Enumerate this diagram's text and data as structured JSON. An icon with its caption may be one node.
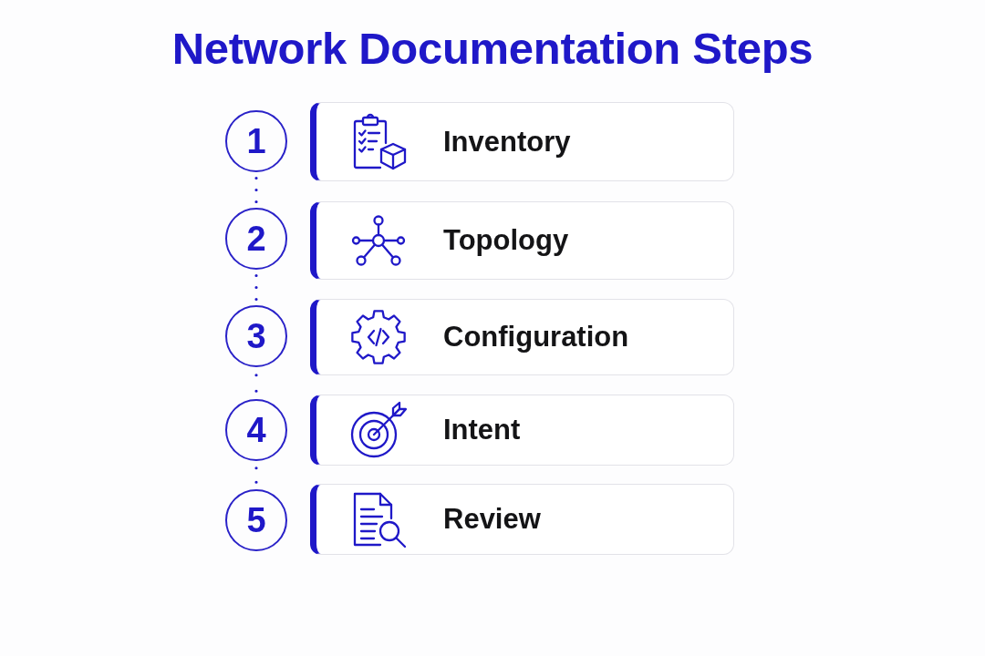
{
  "diagram": {
    "title": "Network Documentation Steps",
    "nodes": [
      {
        "text": [
          "1"
        ]
      },
      {
        "text": [
          "Inventory"
        ]
      },
      {
        "text": [
          "2"
        ]
      },
      {
        "text": [
          "Topology"
        ]
      },
      {
        "text": [
          "3"
        ]
      },
      {
        "text": [
          "Configuration"
        ]
      },
      {
        "text": [
          "4"
        ]
      },
      {
        "text": [
          "Intent"
        ]
      },
      {
        "text": [
          "5"
        ]
      },
      {
        "text": [
          "Review"
        ]
      }
    ],
    "edges": [
      {
        "from": 0,
        "to": 2,
        "arrow": "none",
        "style": "dashed"
      },
      {
        "from": 2,
        "to": 4,
        "arrow": "none",
        "style": "dashed"
      },
      {
        "from": 4,
        "to": 6,
        "arrow": "none",
        "style": "dashed"
      },
      {
        "from": 6,
        "to": 8,
        "arrow": "none",
        "style": "dashed"
      }
    ]
  }
}
